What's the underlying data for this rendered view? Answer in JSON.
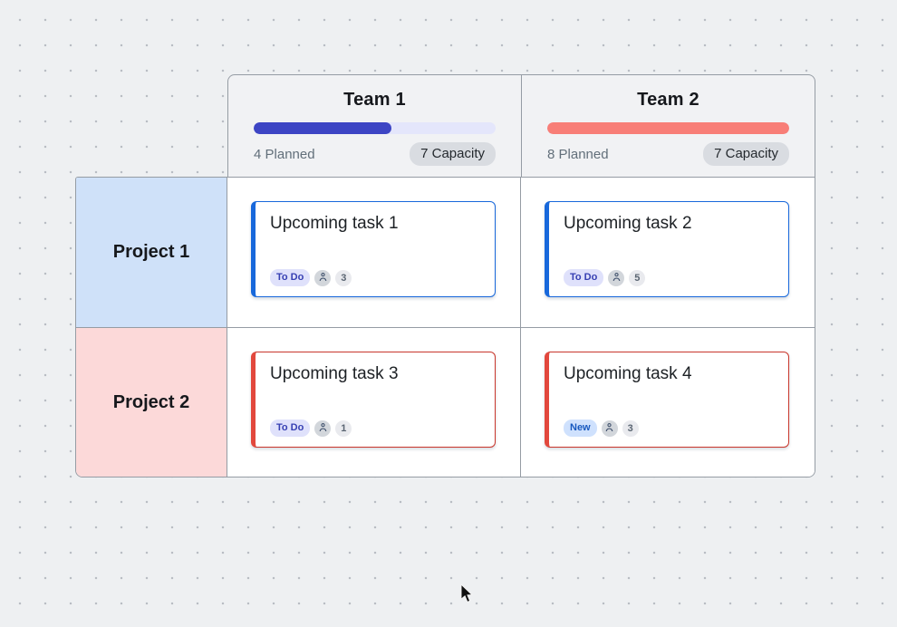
{
  "teams": [
    {
      "name": "Team 1",
      "planned": 4,
      "capacity": 7,
      "planned_label": "4 Planned",
      "capacity_label": "7 Capacity",
      "bar_fill_percent": 57.1,
      "bar_fill_color": "#3d45c4",
      "bar_track_color": "#e4e6fb"
    },
    {
      "name": "Team 2",
      "planned": 8,
      "capacity": 7,
      "planned_label": "8 Planned",
      "capacity_label": "7 Capacity",
      "bar_fill_percent": 100,
      "bar_fill_color": "#f87e77",
      "bar_track_color": "#e4e6fb"
    }
  ],
  "projects": [
    {
      "name": "Project 1",
      "row_color": "#cfe1f9"
    },
    {
      "name": "Project 2",
      "row_color": "#fcd9d9"
    }
  ],
  "cards": [
    {
      "title": "Upcoming task 1",
      "status": "To Do",
      "assignee_count": "3",
      "accent_color": "#1868db",
      "project": "Project 1",
      "team": "Team 1"
    },
    {
      "title": "Upcoming task 2",
      "status": "To Do",
      "assignee_count": "5",
      "accent_color": "#1868db",
      "project": "Project 1",
      "team": "Team 2"
    },
    {
      "title": "Upcoming task 3",
      "status": "To Do",
      "assignee_count": "1",
      "accent_color": "#c9372c",
      "project": "Project 2",
      "team": "Team 1"
    },
    {
      "title": "Upcoming task 4",
      "status": "New",
      "assignee_count": "3",
      "accent_color": "#c9372c",
      "project": "Project 2",
      "team": "Team 2"
    }
  ],
  "colors": {
    "page_background": "#eef0f2",
    "dot_grid": "#b9bdc4",
    "grid_border": "#959ca4",
    "header_background": "#f1f2f4",
    "capacity_pill_background": "#d9dce1",
    "status_todo_background": "#dfe1fb",
    "status_todo_text": "#3740b3",
    "status_new_background": "#cfe1fd",
    "status_new_text": "#1658bf"
  }
}
